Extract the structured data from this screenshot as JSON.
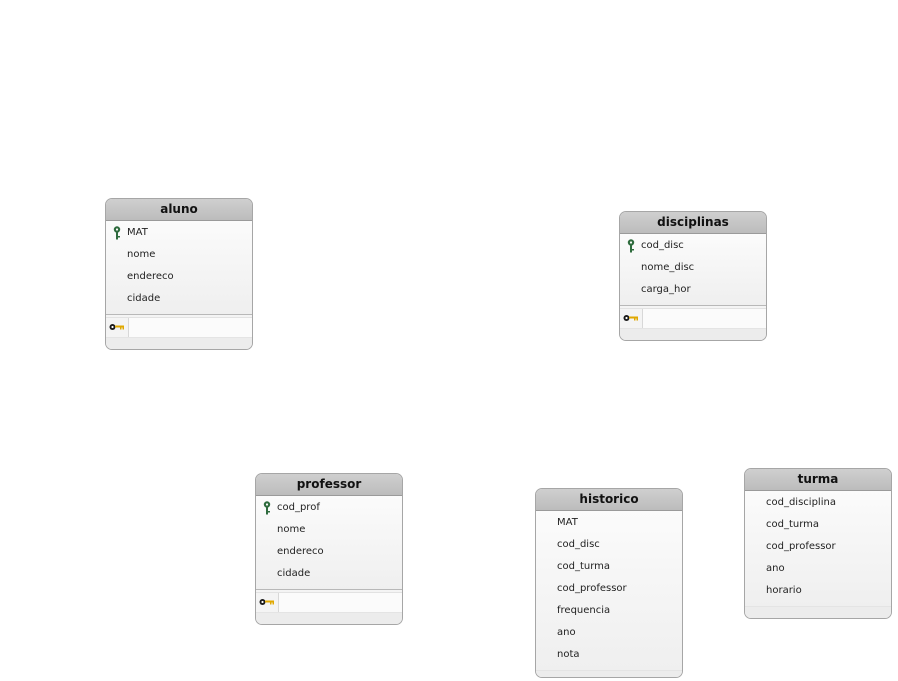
{
  "diagram": {
    "entities": {
      "aluno": {
        "name": "aluno",
        "fields": [
          "MAT",
          "nome",
          "endereco",
          "cidade"
        ],
        "primary_key": "MAT"
      },
      "disciplinas": {
        "name": "disciplinas",
        "fields": [
          "cod_disc",
          "nome_disc",
          "carga_hor"
        ],
        "primary_key": "cod_disc"
      },
      "professor": {
        "name": "professor",
        "fields": [
          "cod_prof",
          "nome",
          "endereco",
          "cidade"
        ],
        "primary_key": "cod_prof"
      },
      "historico": {
        "name": "historico",
        "fields": [
          "MAT",
          "cod_disc",
          "cod_turma",
          "cod_professor",
          "frequencia",
          "ano",
          "nota"
        ]
      },
      "turma": {
        "name": "turma",
        "fields": [
          "cod_disciplina",
          "cod_turma",
          "cod_professor",
          "ano",
          "horario"
        ]
      }
    },
    "icons": {
      "primary_key": "primary-key-icon",
      "index": "index-key-icon"
    },
    "colors": {
      "header": "#c6c6c6",
      "border": "#a6a6a6",
      "key_green": "#2e6b3d",
      "key_gold": "#e0a800"
    }
  }
}
